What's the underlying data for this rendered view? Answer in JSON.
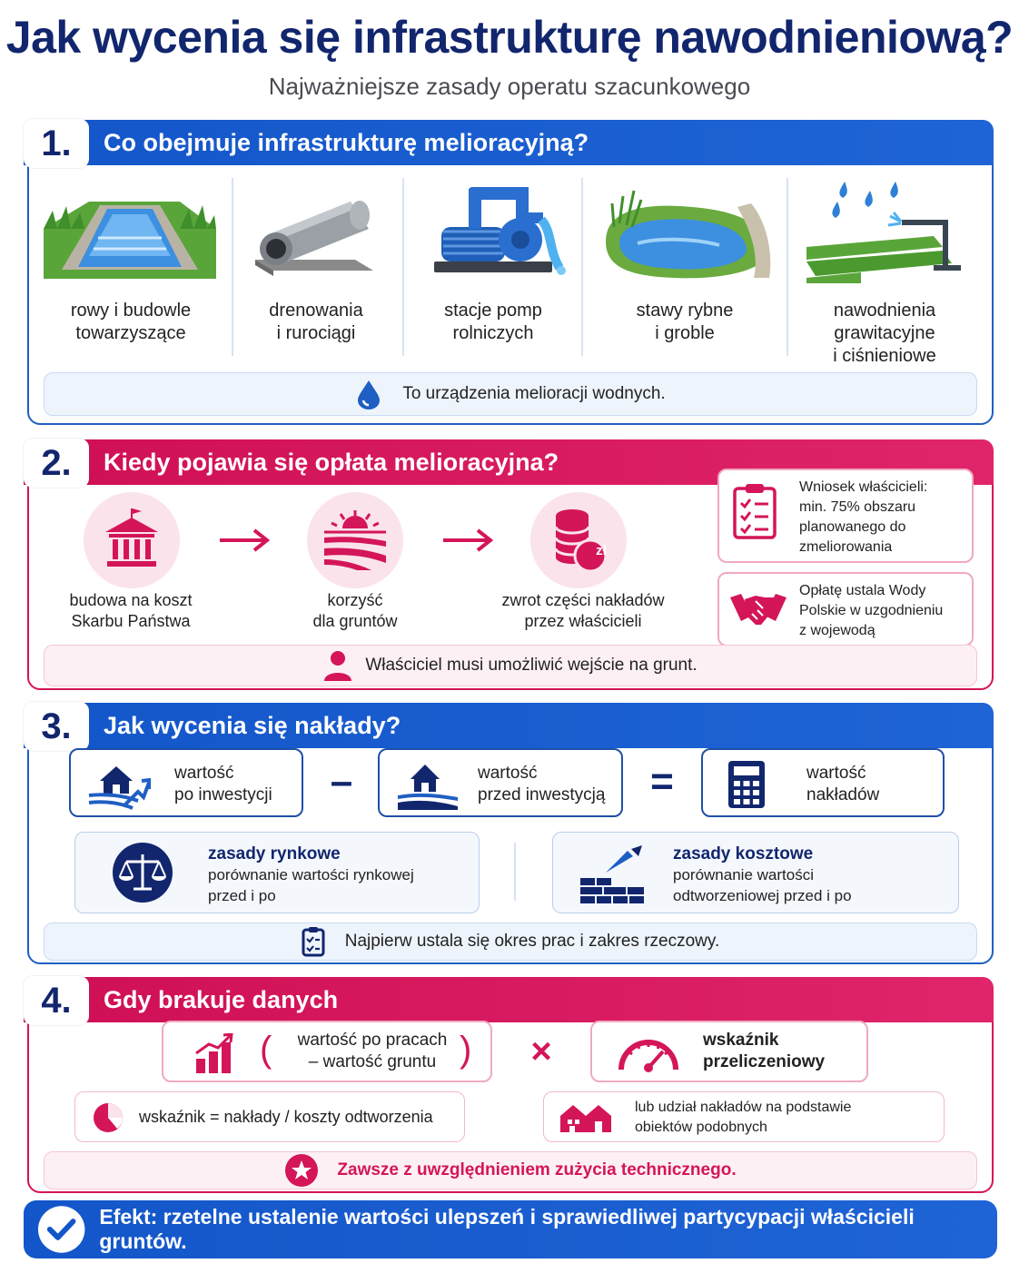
{
  "title": "Jak wycenia się infrastrukturę nawodnieniową?",
  "subtitle": "Najważniejsze zasady operatu szacunkowego",
  "colors": {
    "blue": "#1356c9",
    "navy": "#12266e",
    "pink": "#d41559"
  },
  "s1": {
    "num": "1.",
    "heading": "Co obejmuje infrastrukturę melioracyjną?",
    "items": [
      {
        "l1": "rowy i budowle",
        "l2": "towarzyszące",
        "icon": "ditch-icon"
      },
      {
        "l1": "drenowania",
        "l2": "i rurociągi",
        "icon": "pipe-icon"
      },
      {
        "l1": "stacje pomp",
        "l2": "rolniczych",
        "icon": "pump-icon"
      },
      {
        "l1": "stawy rybne",
        "l2": "i groble",
        "icon": "pond-icon"
      },
      {
        "l1": "nawodnienia",
        "l2": "grawitacyjne",
        "l3": "i ciśnieniowe",
        "icon": "irrigation-icon"
      }
    ],
    "note": "To urządzenia melioracji wodnych."
  },
  "s2": {
    "num": "2.",
    "heading": "Kiedy pojawia się opłata melioracyjna?",
    "steps": [
      {
        "l1": "budowa na koszt",
        "l2": "Skarbu Państwa"
      },
      {
        "l1": "korzyść",
        "l2": "dla gruntów"
      },
      {
        "l1": "zwrot części nakładów",
        "l2": "przez właścicieli"
      }
    ],
    "coin_label": "zł",
    "side1": [
      "Wniosek właścicieli:",
      "min. 75% obszaru",
      "planowanego do",
      "zmeliorowania"
    ],
    "side2": [
      "Opłatę ustala Wody",
      "Polskie w uzgodnieniu",
      "z wojewodą"
    ],
    "note": "Właściciel musi umożliwić wejście na grunt."
  },
  "s3": {
    "num": "3.",
    "heading": "Jak wycenia się nakłady?",
    "eq": [
      {
        "l1": "wartość",
        "l2": "po inwestycji"
      },
      {
        "l1": "wartość",
        "l2": "przed inwestycją"
      },
      {
        "l1": "wartość",
        "l2": "nakładów"
      }
    ],
    "minus": "–",
    "equals": "=",
    "market": {
      "title": "zasady rynkowe",
      "l1": "porównanie wartości rynkowej",
      "l2": "przed i po"
    },
    "cost": {
      "title": "zasady kosztowe",
      "l1": "porównanie wartości",
      "l2": "odtworzeniowej przed i po"
    },
    "note": "Najpierw ustala się okres prac i zakres rzeczowy."
  },
  "s4": {
    "num": "4.",
    "heading": "Gdy brakuje danych",
    "f1": {
      "l1": "wartość po pracach",
      "l2": "– wartość gruntu",
      "open": "(",
      "close": ")"
    },
    "times": "×",
    "f2": {
      "l1": "wskaźnik",
      "l2": "przeliczeniowy"
    },
    "ratio": "wskaźnik = nakłady / koszty odtworzenia",
    "share": {
      "l1": "lub udział nakładów na podstawie",
      "l2": "obiektów podobnych"
    },
    "note": "Zawsze z uwzględnieniem zużycia technicznego."
  },
  "final": "Efekt: rzetelne ustalenie wartości ulepszeń i sprawiedliwej partycypacji właścicieli gruntów."
}
